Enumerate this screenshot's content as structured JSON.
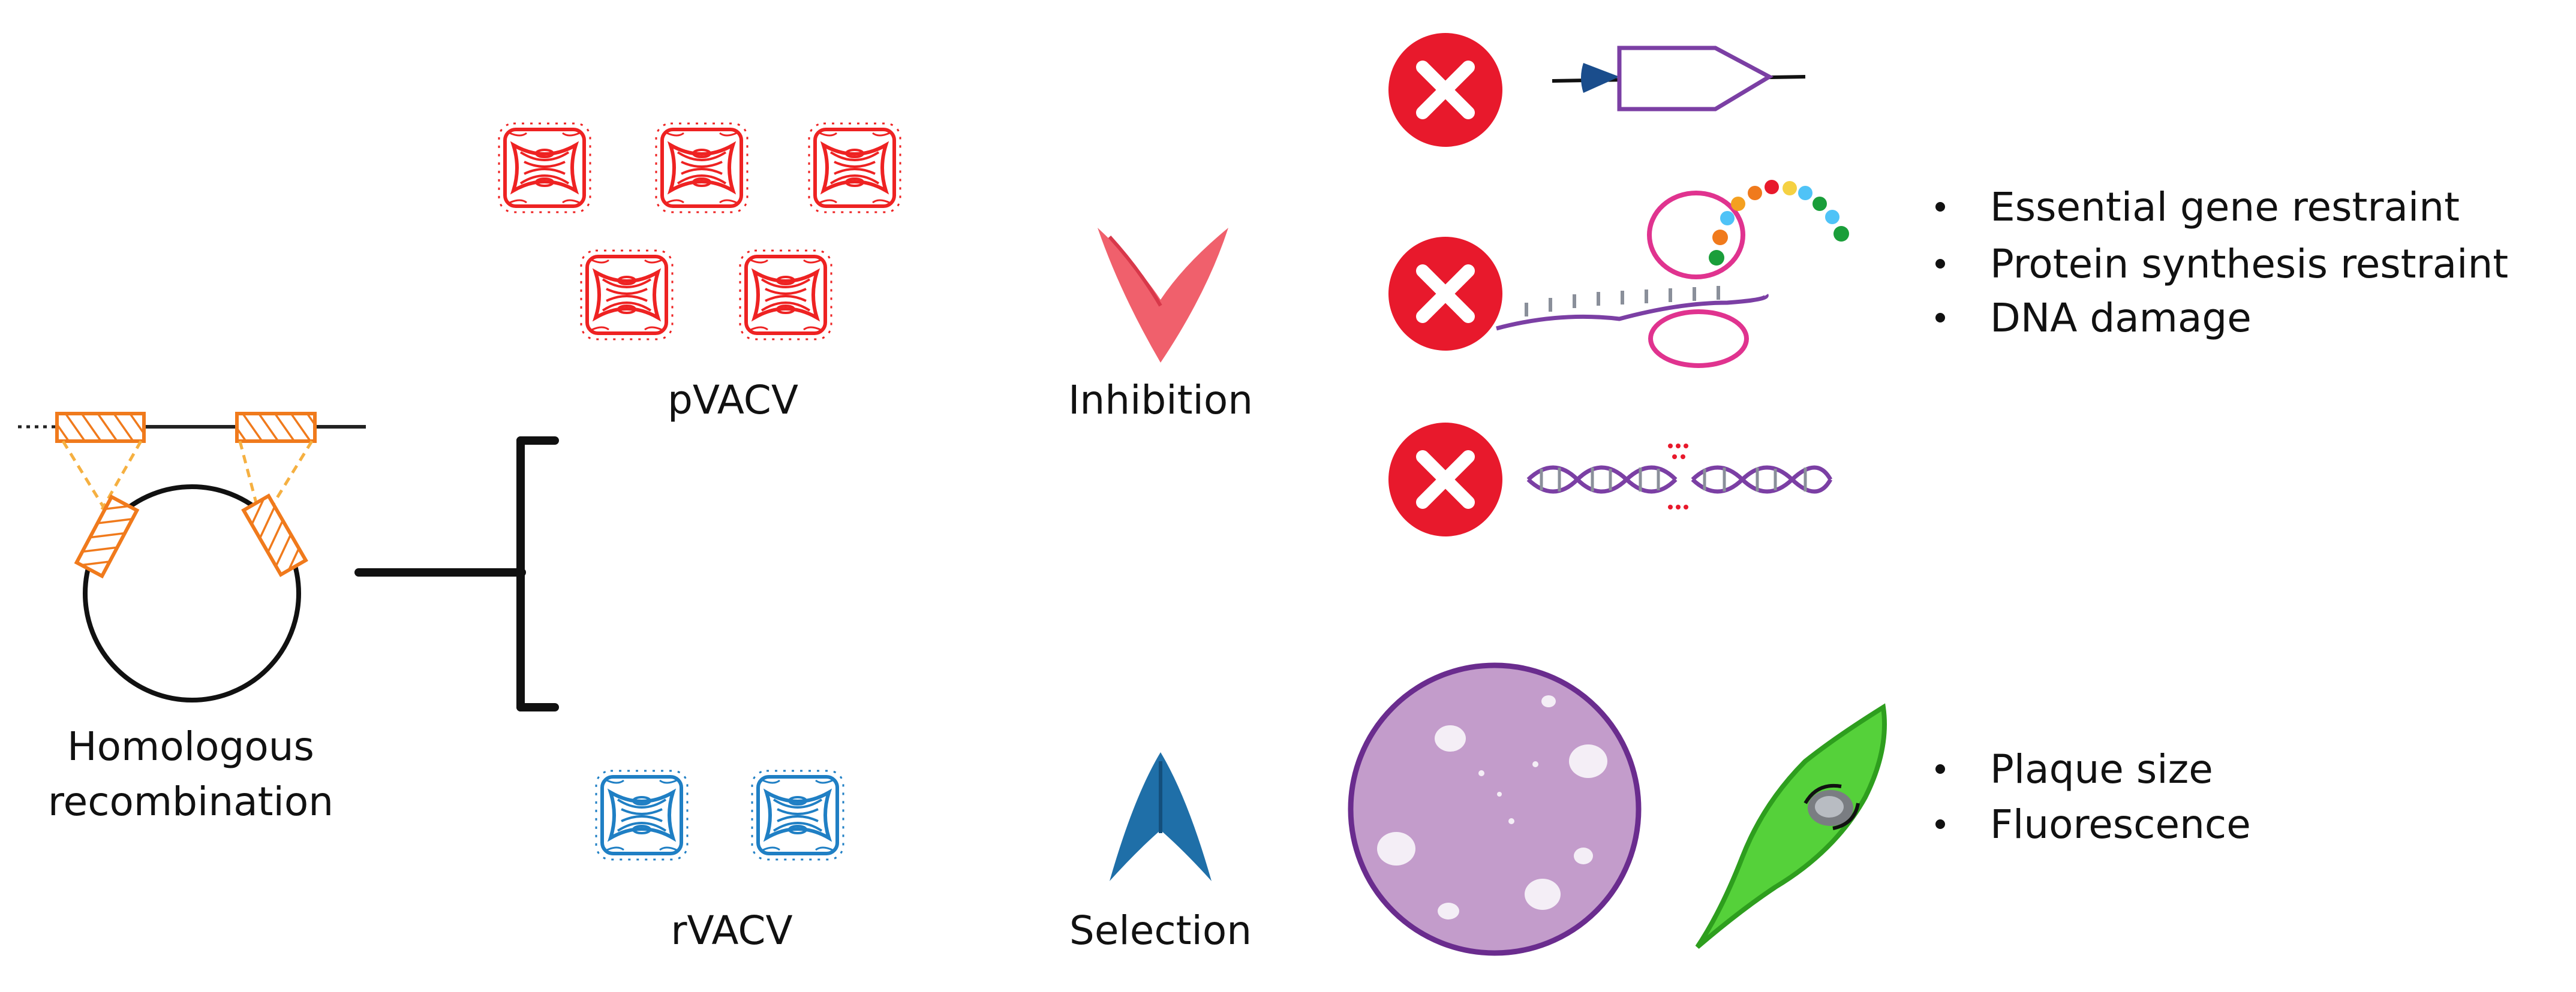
{
  "labels": {
    "homologous_line1": "Homologous",
    "homologous_line2": "recombination",
    "pvacv": "pVACV",
    "rvacv": "rVACV",
    "inhibition": "Inhibition",
    "selection": "Selection"
  },
  "inhibition_mechanisms": [
    "Essential gene restraint",
    "Protein synthesis restraint",
    "DNA damage"
  ],
  "selection_markers": [
    "Plaque size",
    "Fluorescence"
  ],
  "colors": {
    "pvacv": "#ee2222",
    "rvacv": "#1f7fc4",
    "inhibition_arrow": "#f0606c",
    "selection_arrow": "#1f6fa8",
    "x_mark": "#e8192c",
    "homology_arm": "#f07a1c",
    "plaque_plate": "#c39ccb",
    "plate_border": "#6a2c8e",
    "fluorescent_cell": "#55d13a",
    "promoter": "#1a4d8c",
    "gene": "#7b3fa4",
    "mrna": "#7b3fa4",
    "ribosome": "#e0338f"
  },
  "icons": {
    "inhibition_icons": [
      "x-mark-icon",
      "x-mark-icon",
      "x-mark-icon"
    ],
    "essential_gene": "gene-construct-icon",
    "protein_synthesis": "ribosome-translation-icon",
    "dna_damage": "broken-dna-icon",
    "plaque_plate": "plaque-plate-icon",
    "fluorescent_cell": "fluorescent-cell-icon",
    "plasmid": "plasmid-icon"
  }
}
